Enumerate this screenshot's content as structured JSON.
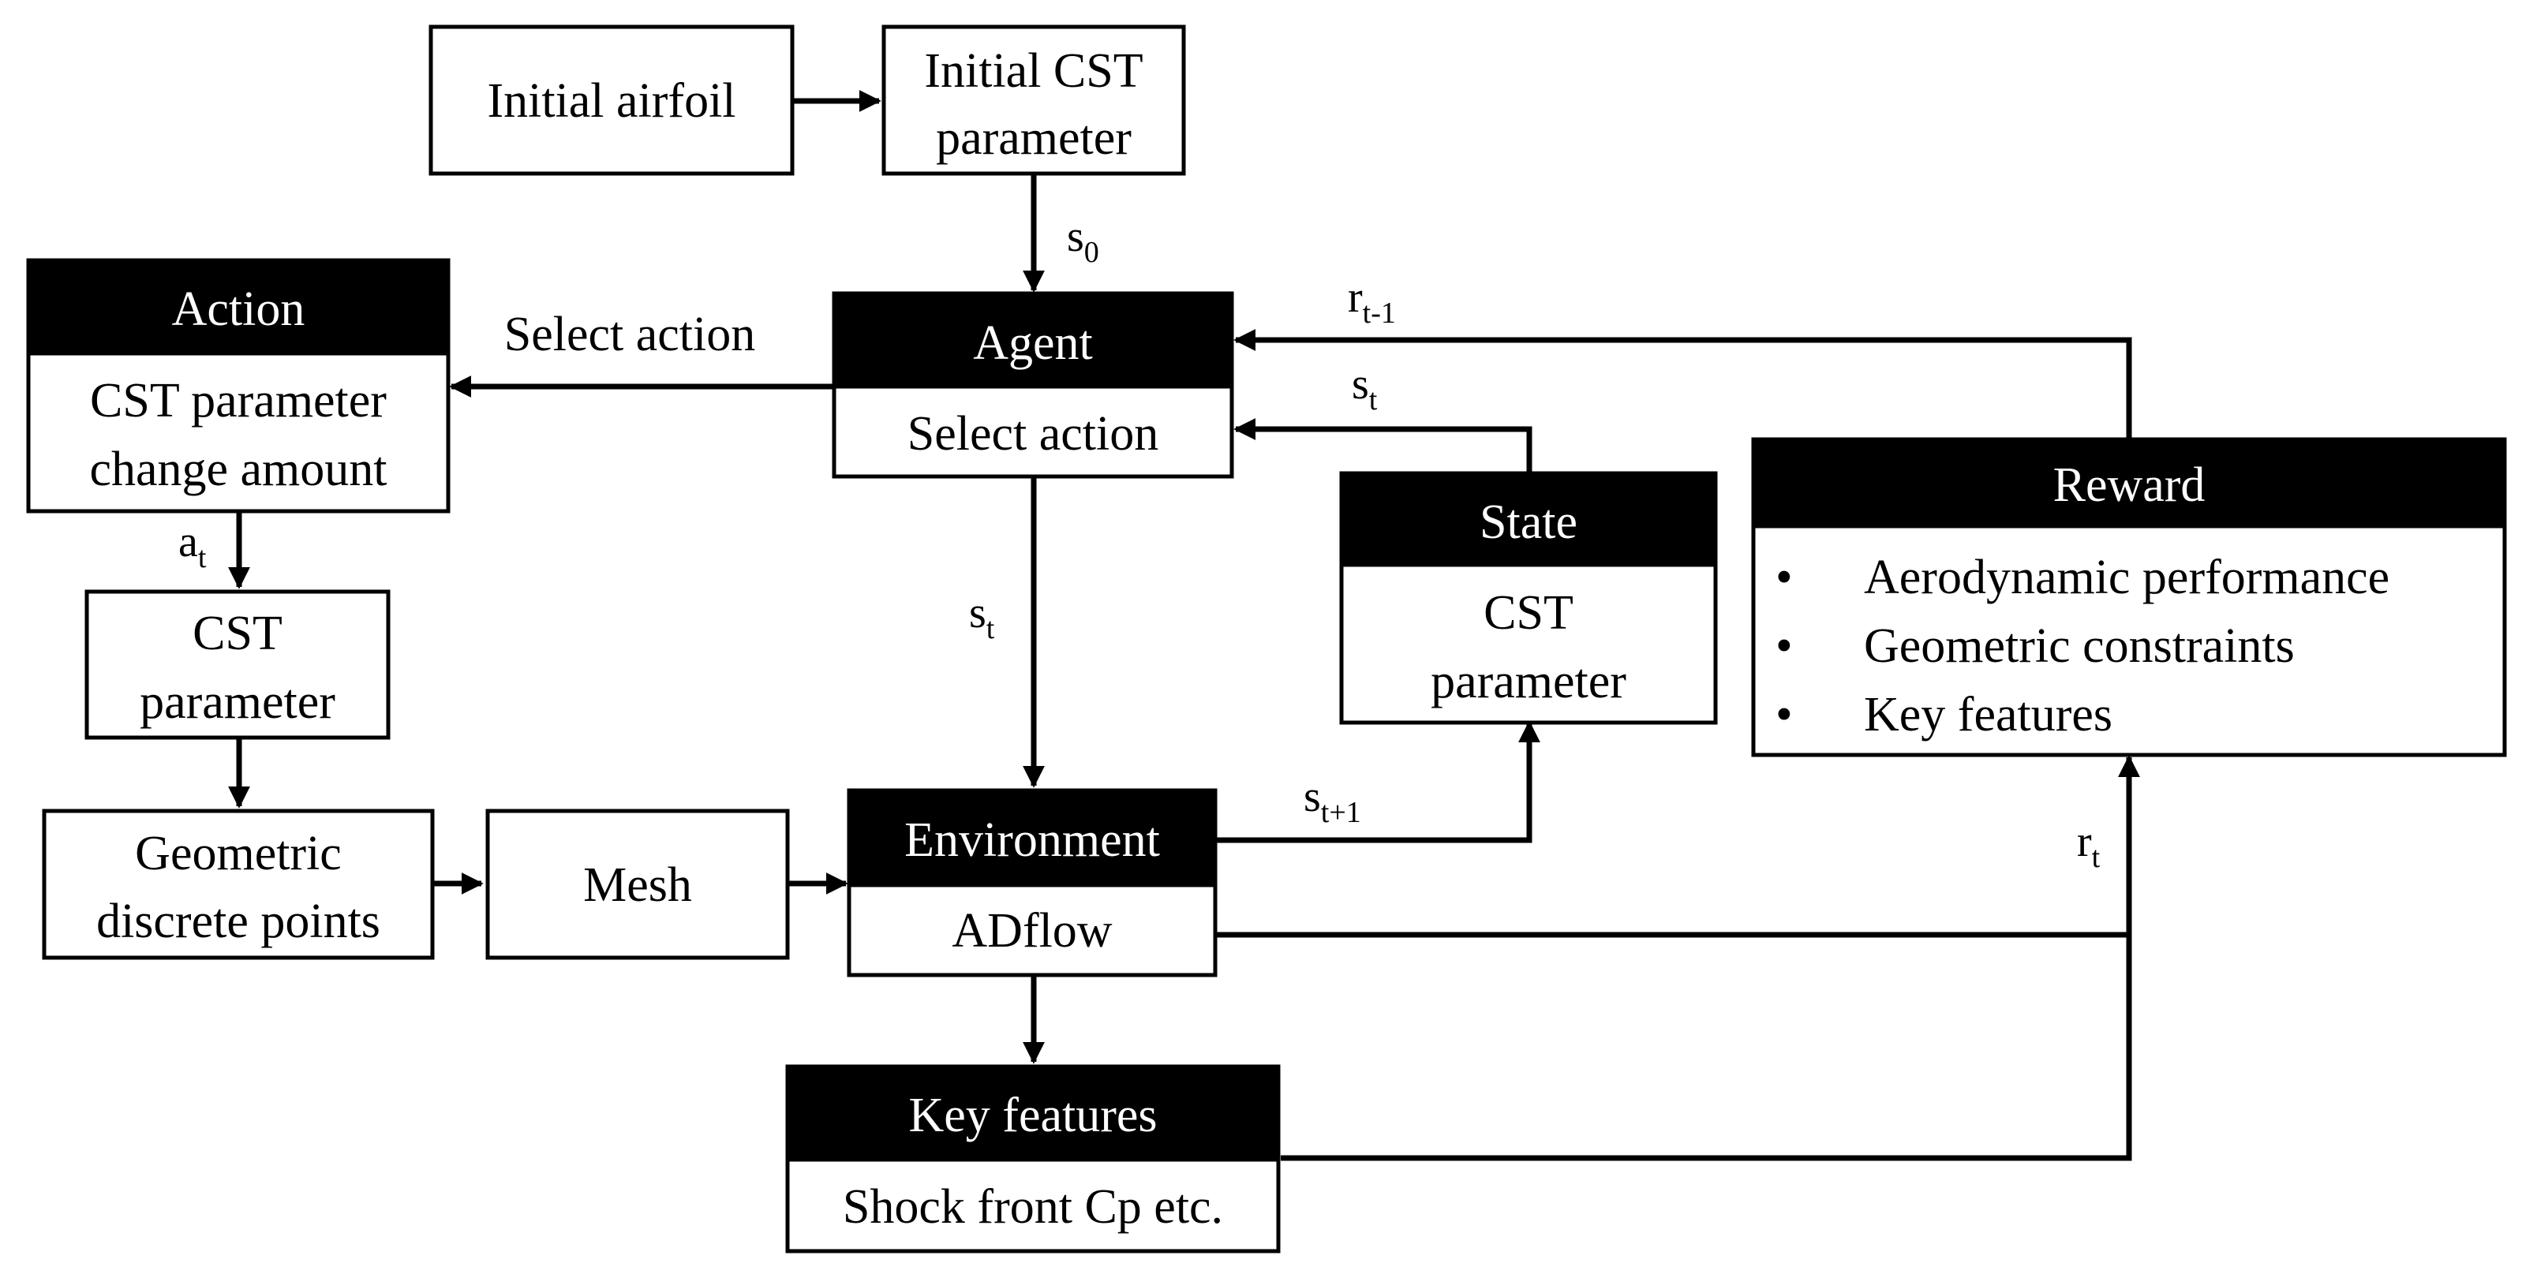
{
  "nodes": {
    "initial_airfoil": {
      "text": "Initial airfoil"
    },
    "initial_cst": {
      "line1": "Initial CST",
      "line2": "parameter"
    },
    "action": {
      "header": "Action",
      "line1": "CST parameter",
      "line2": "change amount"
    },
    "agent": {
      "header": "Agent",
      "body": "Select action"
    },
    "state": {
      "header": "State",
      "line1": "CST",
      "line2": "parameter"
    },
    "reward": {
      "header": "Reward",
      "bullet": "•",
      "items": [
        "Aerodynamic performance",
        "Geometric constraints",
        "Key features"
      ]
    },
    "cst_parameter": {
      "line1": "CST",
      "line2": "parameter"
    },
    "geometric_points": {
      "line1": "Geometric",
      "line2": "discrete points"
    },
    "mesh": {
      "text": "Mesh"
    },
    "environment": {
      "header": "Environment",
      "body": "ADflow"
    },
    "key_features": {
      "header": "Key features",
      "body": "Shock front Cp etc."
    }
  },
  "edges": {
    "select_action": "Select action",
    "s0": {
      "base": "s",
      "sub": "0"
    },
    "r_prev": {
      "base": "r",
      "sub": "t-1"
    },
    "s_t_state": {
      "base": "s",
      "sub": "t"
    },
    "s_t_env": {
      "base": "s",
      "sub": "t"
    },
    "a_t": {
      "base": "a",
      "sub": "t"
    },
    "s_next": {
      "base": "s",
      "sub": "t+1"
    },
    "r_t": {
      "base": "r",
      "sub": "t"
    }
  }
}
